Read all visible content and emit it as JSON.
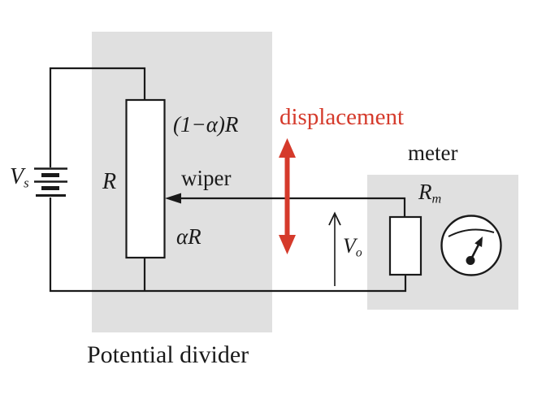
{
  "diagram": {
    "kind": "circuit-diagram",
    "colors": {
      "background": "#ffffff",
      "region_fill": "#e0e0e0",
      "wire": "#1a1a1a",
      "accent_red": "#d53a2b"
    },
    "labels": {
      "source_voltage": {
        "base": "V",
        "sub": "s"
      },
      "total_resistance": "R",
      "upper_fraction": "(1−α)R",
      "wiper": "wiper",
      "lower_fraction": "αR",
      "displacement": "displacement",
      "meter_region": "meter",
      "meter_resistance": {
        "base": "R",
        "sub": "m"
      },
      "output_voltage": {
        "base": "V",
        "sub": "o"
      },
      "divider_caption": "Potential divider"
    }
  }
}
